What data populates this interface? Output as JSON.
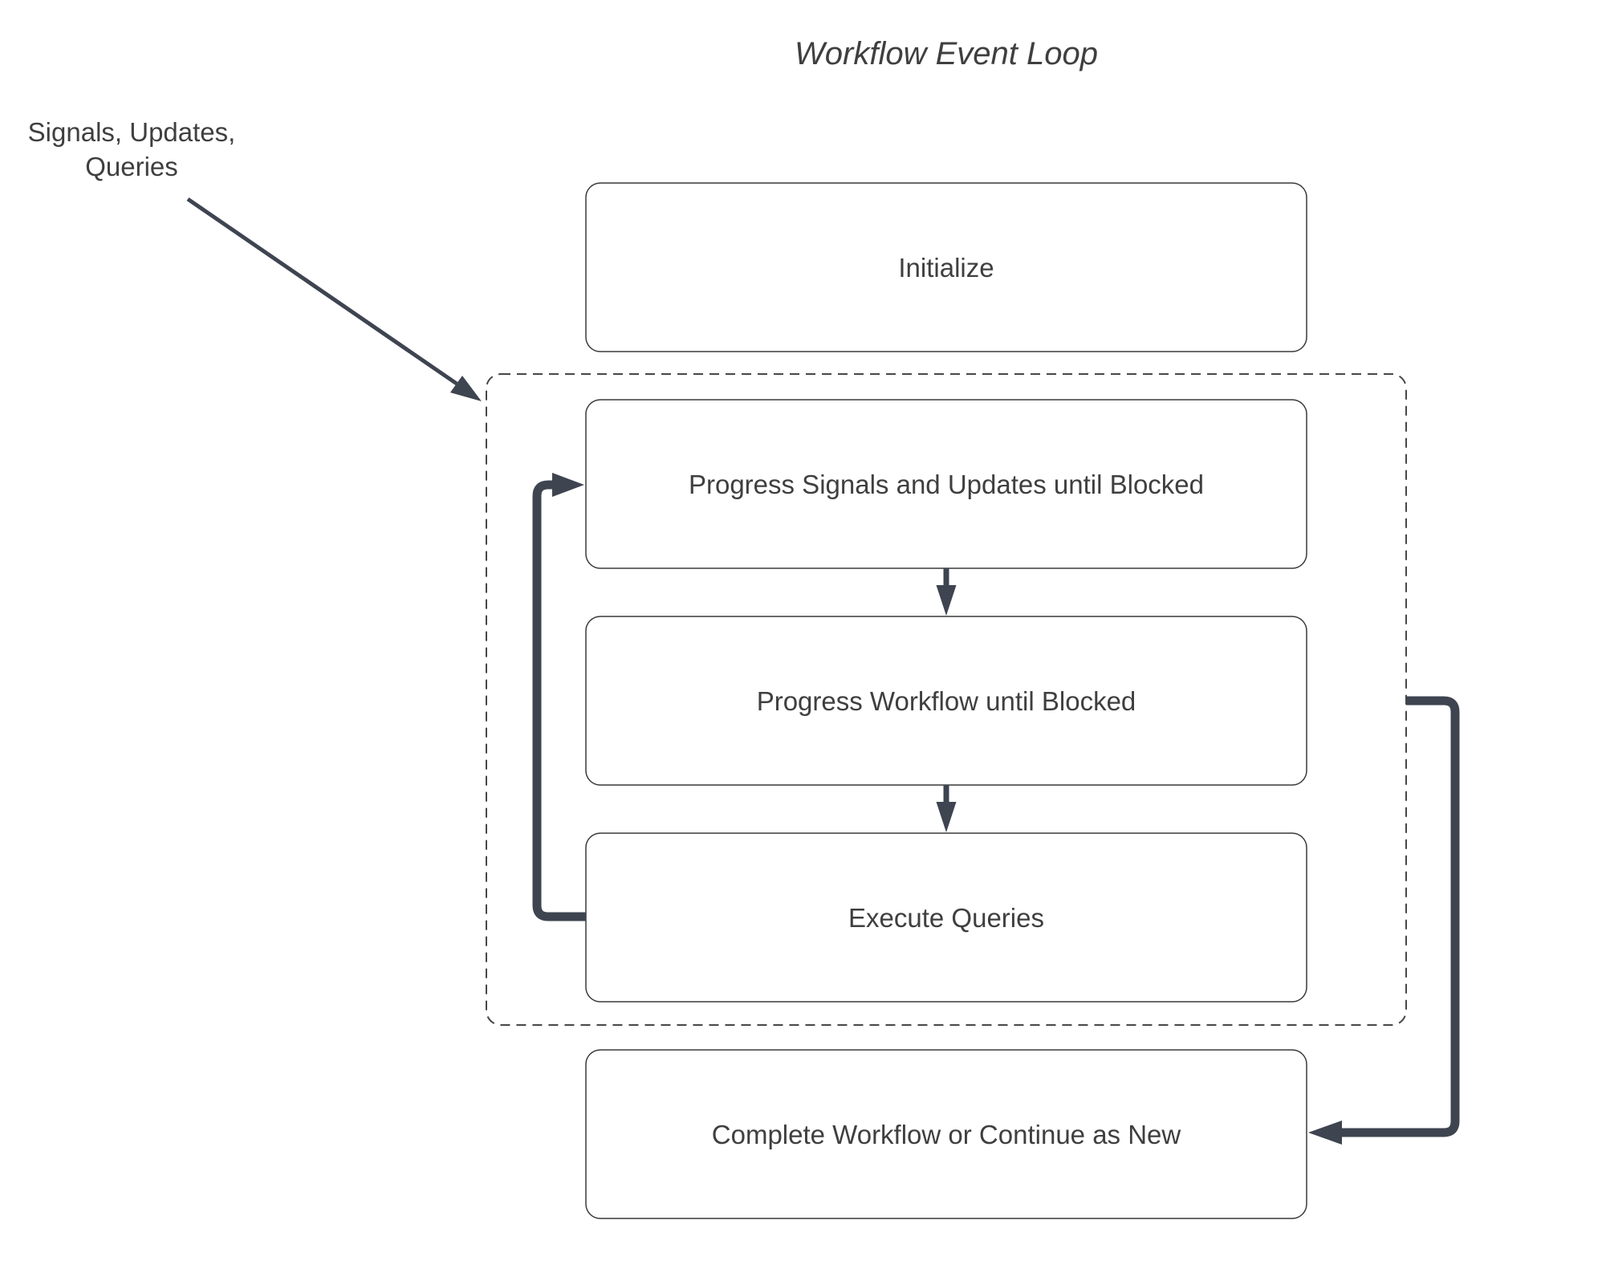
{
  "title": "Workflow Event Loop",
  "annotation": {
    "line1": "Signals, Updates,",
    "line2": "Queries"
  },
  "boxes": {
    "initialize": "Initialize",
    "progress_signals": "Progress Signals and Updates until Blocked",
    "progress_workflow": "Progress Workflow until Blocked",
    "execute_queries": "Execute Queries",
    "complete": "Complete Workflow or Continue as New"
  },
  "colors": {
    "background": "#ffffff",
    "text": "#3f3f3f",
    "box_border": "#3a3a3a",
    "dashed_border": "#474747",
    "arrow": "#3e4450"
  }
}
